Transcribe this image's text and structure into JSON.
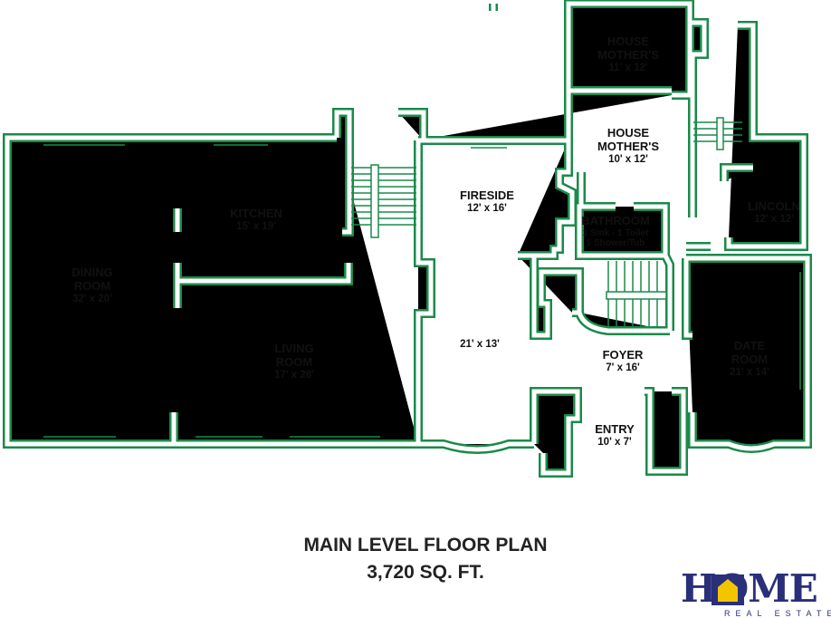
{
  "rooms": {
    "house_mother_1": {
      "name1": "HOUSE",
      "name2": "MOTHER'S",
      "dims": "11' x 12'"
    },
    "house_mother_2": {
      "name1": "HOUSE",
      "name2": "MOTHER'S",
      "dims": "10' x 12'"
    },
    "kitchen": {
      "name": "KITCHEN",
      "dims": "15' x 19'"
    },
    "fireside": {
      "name": "FIRESIDE",
      "dims": "12' x 16'"
    },
    "bathroom": {
      "name": "BATHROOM",
      "line1": "1 Sink - 1 Toilet",
      "line2": "1 Shower/Tub"
    },
    "lincoln": {
      "name": "LINCOLN",
      "dims": "12' x 12'"
    },
    "dining": {
      "name1": "DINING",
      "name2": "ROOM",
      "dims": "32' x 20'"
    },
    "living": {
      "name1": "LIVING",
      "name2": "ROOM",
      "dims": "17' x 28'"
    },
    "hall": {
      "dims": "21' x 13'"
    },
    "foyer": {
      "name": "FOYER",
      "dims": "7' x 16'"
    },
    "date_room": {
      "name1": "DATE",
      "name2": "ROOM",
      "dims": "21' x 14'"
    },
    "entry": {
      "name": "ENTRY",
      "dims": "10' x 7'"
    }
  },
  "title": "MAIN LEVEL FLOOR PLAN",
  "area": "3,720 SQ. FT.",
  "logo": {
    "text": "HOME",
    "subtext": "REAL ESTATE"
  },
  "colors": {
    "wall": "#1a8a4a",
    "logo": "#2a2f7a",
    "logo_house": "#f2c500"
  }
}
